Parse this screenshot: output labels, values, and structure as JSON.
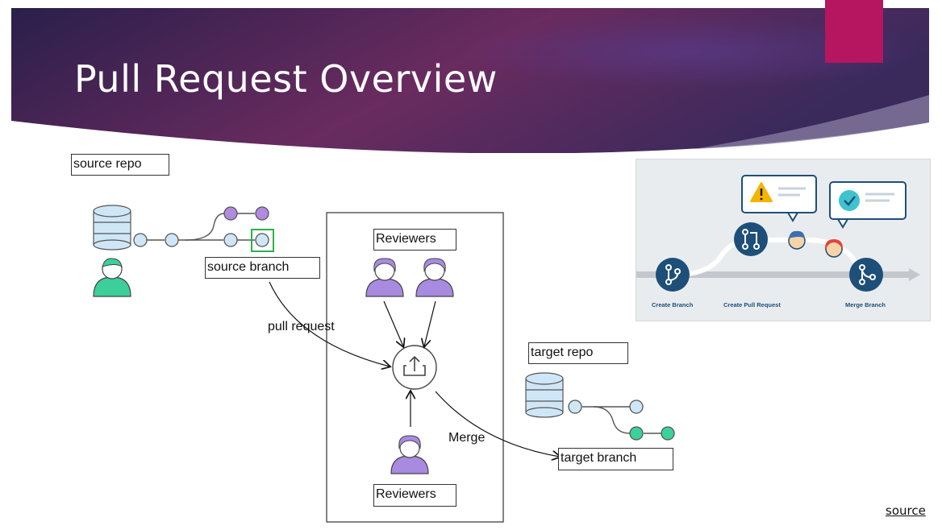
{
  "slide": {
    "title": "Pull Request Overview",
    "accent_color": "#b5165f",
    "banner_colors": [
      "#2c1f4d",
      "#6b2c5e"
    ]
  },
  "labels": {
    "source_repo": "source repo",
    "source_branch": "source branch",
    "pull_request": "pull request",
    "reviewers_top": "Reviewers",
    "reviewers_bottom": "Reviewers",
    "target_repo": "target repo",
    "merge": "Merge",
    "target_branch": "target branch"
  },
  "inset": {
    "steps": [
      "Create Branch",
      "Create Pull Request",
      "Merge Branch"
    ]
  },
  "footer": {
    "source_link": "source"
  },
  "colors": {
    "node_blue": "#cfe6f7",
    "node_purple": "#b08be0",
    "node_green": "#3bd19a",
    "person_green": "#3dcf9b",
    "person_purple": "#a88be0",
    "db_blue": "#cfe6f7",
    "highlight_green": "#2bb24c",
    "inset_step": "#1d4f79"
  }
}
